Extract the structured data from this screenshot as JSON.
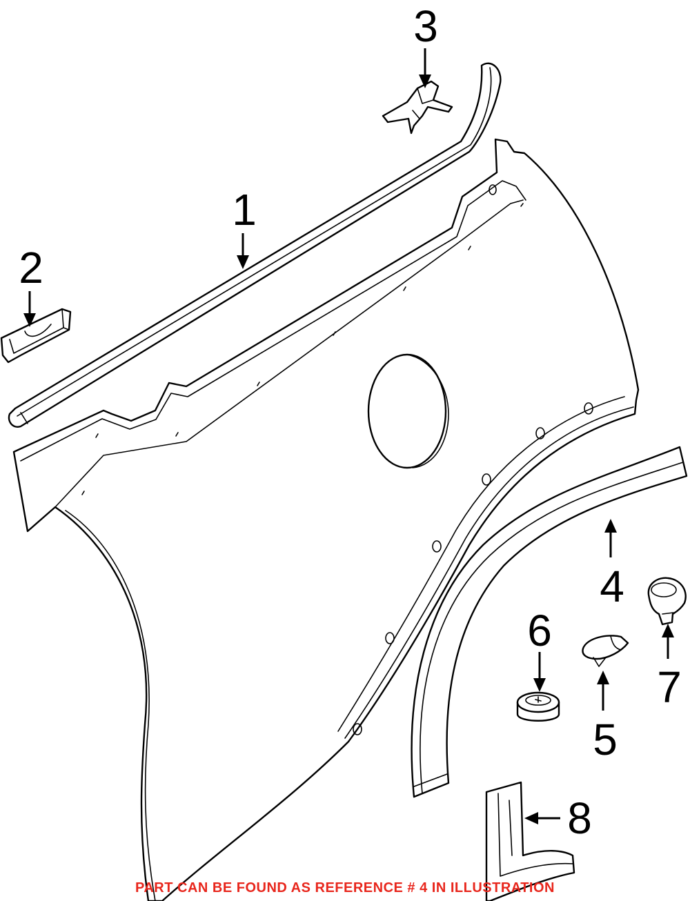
{
  "callouts": [
    {
      "id": "1",
      "label": "1"
    },
    {
      "id": "2",
      "label": "2"
    },
    {
      "id": "3",
      "label": "3"
    },
    {
      "id": "4",
      "label": "4"
    },
    {
      "id": "5",
      "label": "5"
    },
    {
      "id": "6",
      "label": "6"
    },
    {
      "id": "7",
      "label": "7"
    },
    {
      "id": "8",
      "label": "8"
    }
  ],
  "footer_note": "PART CAN BE FOUND AS REFERENCE # 4 IN ILLUSTRATION",
  "colors": {
    "line": "#000000",
    "background": "#ffffff",
    "footer_text": "#e8261c"
  }
}
